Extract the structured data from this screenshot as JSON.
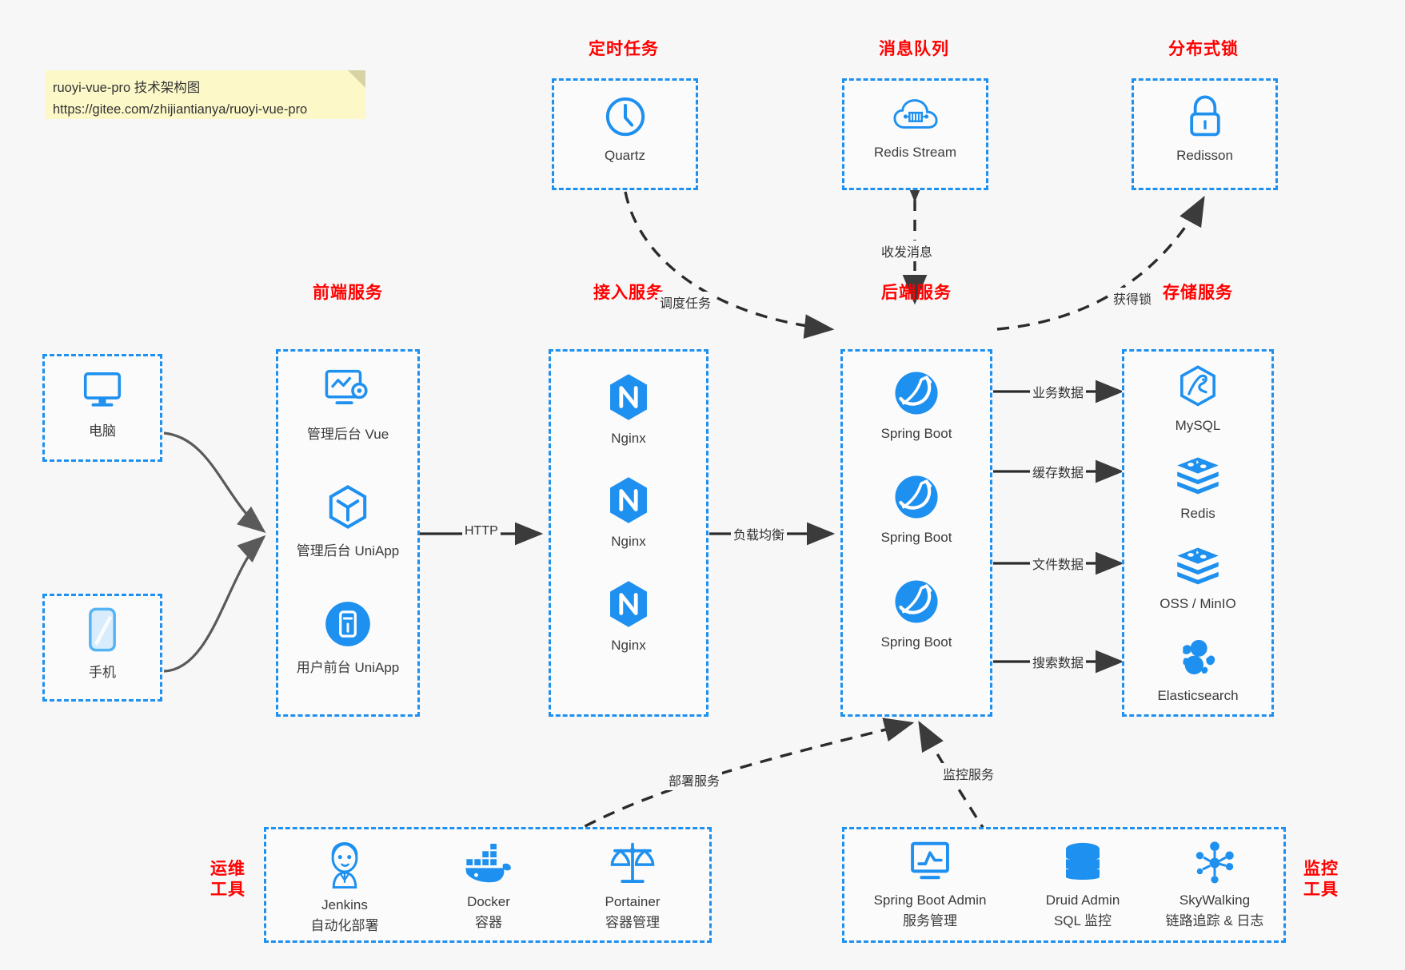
{
  "note": {
    "line1": "ruoyi-vue-pro 技术架构图",
    "line2": "https://gitee.com/zhijiantianya/ruoyi-vue-pro"
  },
  "groups": {
    "scheduler": {
      "title": "定时任务",
      "nodes": [
        {
          "label": "Quartz",
          "icon": "clock-icon"
        }
      ]
    },
    "mq": {
      "title": "消息队列",
      "nodes": [
        {
          "label": "Redis Stream",
          "icon": "cloud-stream-icon"
        }
      ]
    },
    "lock": {
      "title": "分布式锁",
      "nodes": [
        {
          "label": "Redisson",
          "icon": "lock-icon"
        }
      ]
    },
    "client_pc": {
      "title": "",
      "nodes": [
        {
          "label": "电脑",
          "icon": "desktop-icon"
        }
      ]
    },
    "client_mobile": {
      "title": "",
      "nodes": [
        {
          "label": "手机",
          "icon": "phone-icon"
        }
      ]
    },
    "frontend": {
      "title": "前端服务",
      "nodes": [
        {
          "label": "管理后台 Vue",
          "icon": "dashboard-gear-icon"
        },
        {
          "label": "管理后台 UniApp",
          "icon": "cube-icon"
        },
        {
          "label": "用户前台 UniApp",
          "icon": "mobile-app-icon"
        }
      ]
    },
    "gateway": {
      "title": "接入服务",
      "nodes": [
        {
          "label": "Nginx",
          "icon": "nginx-icon"
        },
        {
          "label": "Nginx",
          "icon": "nginx-icon"
        },
        {
          "label": "Nginx",
          "icon": "nginx-icon"
        }
      ]
    },
    "backend": {
      "title": "后端服务",
      "nodes": [
        {
          "label": "Spring Boot",
          "icon": "spring-icon"
        },
        {
          "label": "Spring Boot",
          "icon": "spring-icon"
        },
        {
          "label": "Spring Boot",
          "icon": "spring-icon"
        }
      ]
    },
    "storage": {
      "title": "存储服务",
      "nodes": [
        {
          "label": "MySQL",
          "icon": "mysql-icon"
        },
        {
          "label": "Redis",
          "icon": "redis-icon"
        },
        {
          "label": "OSS / MinIO",
          "icon": "oss-icon"
        },
        {
          "label": "Elasticsearch",
          "icon": "elasticsearch-icon"
        }
      ]
    },
    "devops": {
      "title": "运维\n工具",
      "title_lines": [
        "运维",
        "工具"
      ],
      "nodes": [
        {
          "label": "Jenkins",
          "sublabel": "自动化部署",
          "icon": "jenkins-icon"
        },
        {
          "label": "Docker",
          "sublabel": "容器",
          "icon": "docker-icon"
        },
        {
          "label": "Portainer",
          "sublabel": "容器管理",
          "icon": "scales-icon"
        }
      ]
    },
    "monitor": {
      "title_lines": [
        "监控",
        "工具"
      ],
      "nodes": [
        {
          "label": "Spring Boot Admin",
          "sublabel": "服务管理",
          "icon": "monitor-chart-icon"
        },
        {
          "label": "Druid Admin",
          "sublabel": "SQL 监控",
          "icon": "database-icon"
        },
        {
          "label": "SkyWalking",
          "sublabel": "链路追踪 & 日志",
          "icon": "skywalking-icon"
        }
      ]
    }
  },
  "edges": [
    {
      "label": "调度任务"
    },
    {
      "label": "收发消息"
    },
    {
      "label": "获得锁"
    },
    {
      "label": "HTTP"
    },
    {
      "label": "负载均衡"
    },
    {
      "label": "业务数据"
    },
    {
      "label": "缓存数据"
    },
    {
      "label": "文件数据"
    },
    {
      "label": "搜索数据"
    },
    {
      "label": "部署服务"
    },
    {
      "label": "监控服务"
    }
  ],
  "colors": {
    "accent_blue": "#1e90ef",
    "title_red": "#ff0000",
    "note_yellow": "#fcf8c8",
    "arrow_dark": "#3b3b3b",
    "background": "#f7f7f7"
  }
}
